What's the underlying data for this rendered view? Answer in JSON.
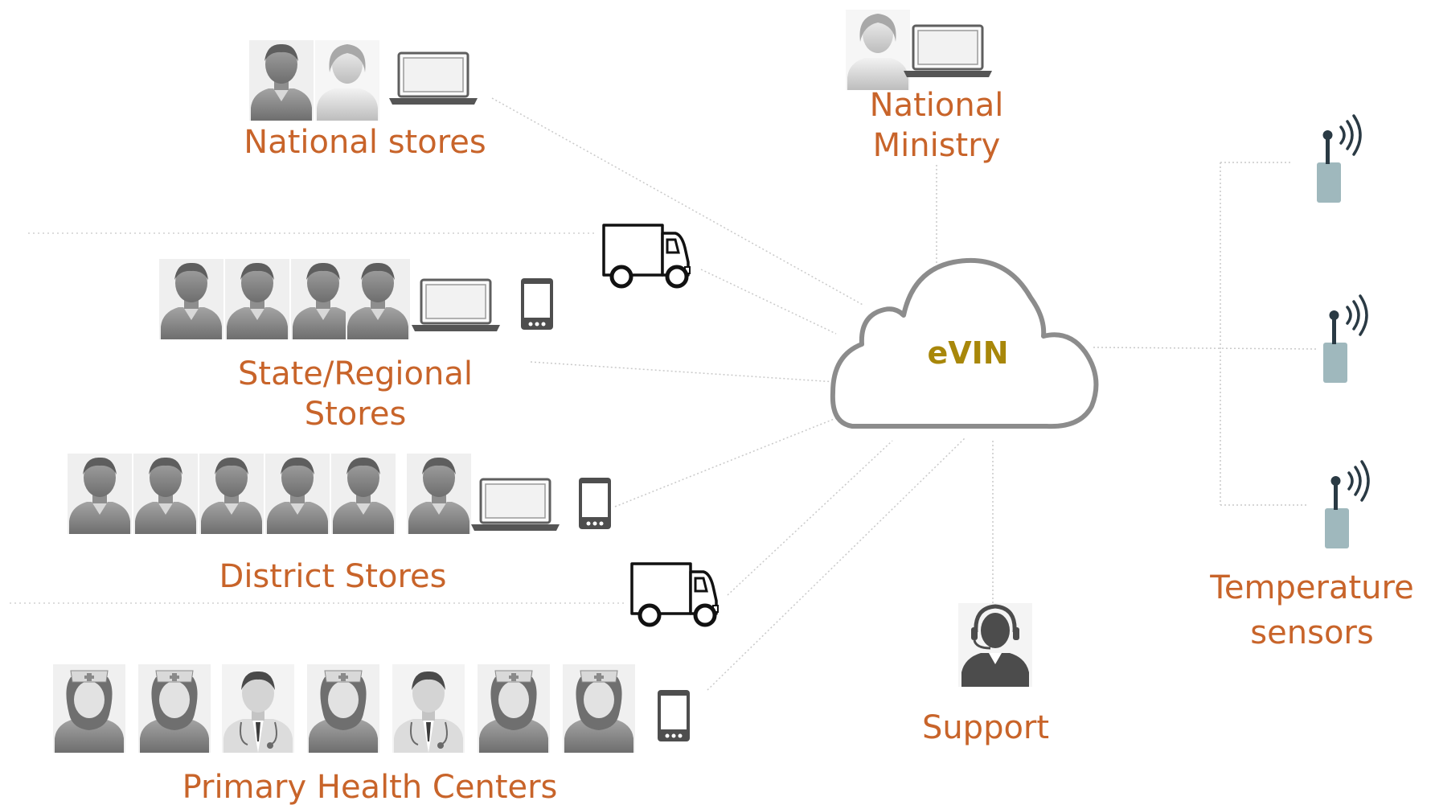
{
  "hub": {
    "label": "eVIN"
  },
  "nodes": {
    "national_stores": "National stores",
    "national_ministry_line1": "National",
    "national_ministry_line2": "Ministry",
    "state_regional_line1": "State/Regional",
    "state_regional_line2": "Stores",
    "district_stores": "District Stores",
    "primary_health_centers": "Primary Health Centers",
    "support": "Support",
    "temperature_line1": "Temperature",
    "temperature_line2": "sensors"
  },
  "colors": {
    "label_text": "#c8642a",
    "hub_text": "#a8870a",
    "cloud_outline": "#8c8c8c",
    "person_gray": "#8a8a8a",
    "sensor_body": "#9fb8bd",
    "sensor_antenna": "#2a3a44"
  },
  "icons": {
    "cloud": "cloud-icon",
    "person": "person-icon",
    "laptop": "laptop-icon",
    "phone": "smartphone-icon",
    "truck": "delivery-truck-icon",
    "nurse": "nurse-icon",
    "doctor": "doctor-icon",
    "support": "headset-support-icon",
    "sensor": "temperature-sensor-icon"
  }
}
